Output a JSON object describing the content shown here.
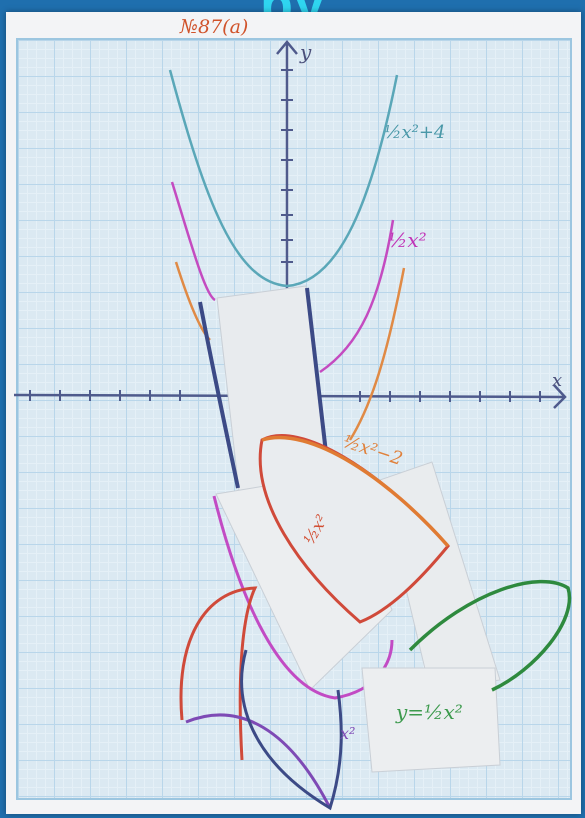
{
  "photo": {
    "top_word_fragment": "ру",
    "problem_label": "№87(а)",
    "axes": {
      "y": "y",
      "x": "x"
    },
    "curve_labels": [
      {
        "text": "½x²+4",
        "color": "#4a98a8"
      },
      {
        "text": "½x²",
        "color": "#c136b8"
      },
      {
        "text": "½x²−2",
        "color": "#e0803a"
      },
      {
        "text": "½x²",
        "color": "#d14b2f"
      },
      {
        "text": "y=½x²",
        "color": "#3c9a4d"
      },
      {
        "text": "x²",
        "color": "#7e4ab5"
      }
    ],
    "colors": {
      "border": "#1f6fae",
      "paper": "#f3f4f6",
      "grid": "#dbe9f2",
      "teal": "#4a98a8",
      "magenta": "#c136b8",
      "orange": "#e0803a",
      "red": "#d14b2f",
      "green": "#2e8a3e",
      "navy": "#3c4a86"
    }
  }
}
